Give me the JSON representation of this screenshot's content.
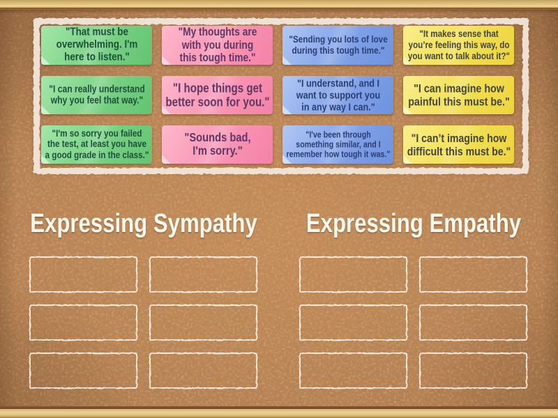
{
  "board": {
    "notes": [
      {
        "text": "\"That must be overwhelming. I'm here to listen.\"",
        "color": "green"
      },
      {
        "text": "\"My thoughts are with you during this tough time.\"",
        "color": "pink"
      },
      {
        "text": "\"Sending you lots of love during this tough time.\"",
        "color": "blue"
      },
      {
        "text": "\"It makes sense that you’re feeling this way, do you want to talk about it?\"",
        "color": "yellow"
      },
      {
        "text": "\"I can really understand why you feel that way.\"",
        "color": "green"
      },
      {
        "text": "\"I hope things get better soon for you.\"",
        "color": "pink"
      },
      {
        "text": "\"I understand, and I want to support you in any way I can.\"",
        "color": "blue"
      },
      {
        "text": "\"I can imagine how painful this must be.\"",
        "color": "yellow"
      },
      {
        "text": "\"I'm so sorry you failed the test, at least you have a good grade in the class.\"",
        "color": "green"
      },
      {
        "text": "\"Sounds bad, I'm sorry.\"",
        "color": "pink"
      },
      {
        "text": "\"I've been through something similar, and I remember how tough it was.\"",
        "color": "blue"
      },
      {
        "text": "\"I can’t imagine how difficult this must be.\"",
        "color": "yellow"
      }
    ],
    "groups": [
      {
        "title": "Expressing Sympathy",
        "slot_count": 6
      },
      {
        "title": "Expressing Empathy",
        "slot_count": 6
      }
    ],
    "palette": {
      "green": "#77d081",
      "pink": "#f891b0",
      "blue": "#8aa7e7",
      "yellow": "#f2e052",
      "cork": "#b1794a",
      "frame_wood": "#e2c383",
      "tray_border": "#f2e7da",
      "title_text": "#fdf8ef"
    }
  }
}
